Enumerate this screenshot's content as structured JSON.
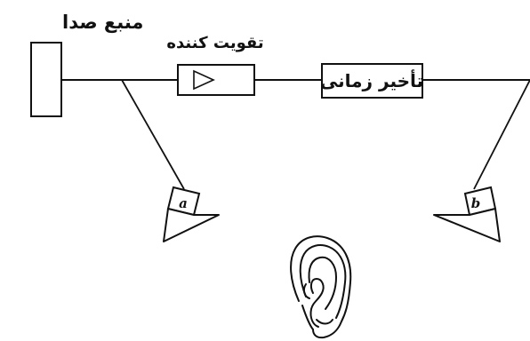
{
  "diagram": {
    "labels": {
      "sound_source": "منبع صدا",
      "amplifier": "تقویت کننده",
      "delay": "تأخیر زمانی",
      "speaker_a": "a",
      "speaker_b": "b"
    },
    "amplifier_symbol": "triangle-right",
    "ear_icon": "ear-icon"
  }
}
